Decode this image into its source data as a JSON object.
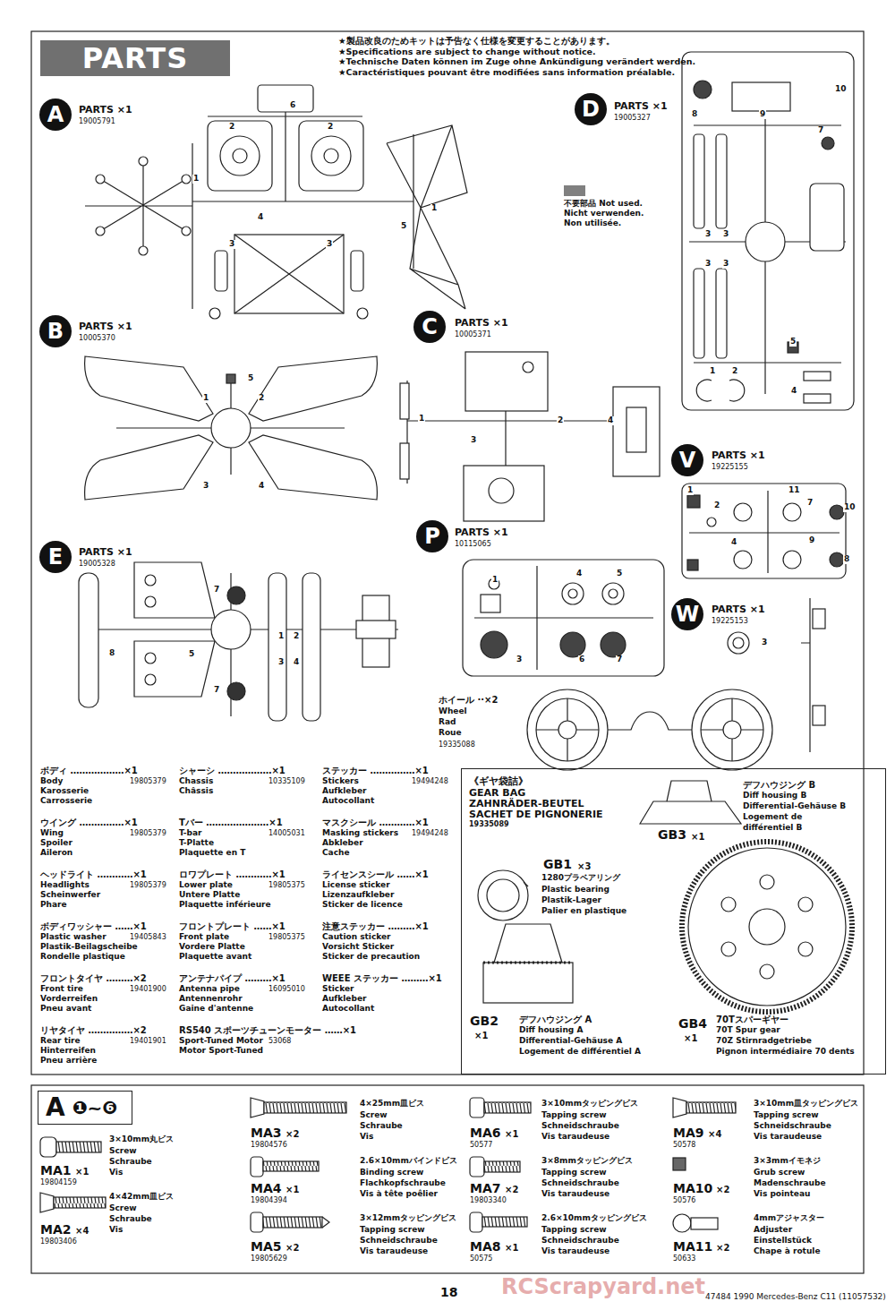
{
  "diagram": {
    "title": "PARTS",
    "nodes": [
      {
        "text": [
          "A"
        ]
      },
      {
        "text": [
          "B"
        ]
      },
      {
        "text": [
          "C"
        ]
      },
      {
        "text": [
          "D"
        ]
      },
      {
        "text": [
          "E"
        ]
      },
      {
        "text": [
          "P"
        ]
      },
      {
        "text": [
          "V"
        ]
      },
      {
        "text": [
          "W"
        ]
      },
      {
        "text": [
          "《ギヤ袋詰》",
          "GEAR BAG",
          "ZAHNRÄDER-BEUTEL",
          "SACHET DE PIGNONERIE",
          "19335089"
        ]
      },
      {
        "text": [
          "A",
          "❶~❻"
        ]
      }
    ],
    "labels": [
      "★製品改良のためキットは予告なく仕様を変更することがあります。",
      "★Specifications are subject to change without notice.",
      "★Technische Daten können im Zuge ohne Ankündigung verändert werden.",
      "★Caractéristiques pouvant être modifiées sans information préalable.",
      "PARTS ×1",
      "19005791",
      "PARTS ×1",
      "10005370",
      "PARTS ×1",
      "10005371",
      "PARTS ×1",
      "19005327",
      "PARTS ×1",
      "19005328",
      "PARTS ×1",
      "10115065",
      "PARTS ×1",
      "19225155",
      "PARTS ×1",
      "19225153",
      "ホイール ··×2",
      "Wheel",
      "Rad",
      "Roue",
      "19335088",
      "6",
      "2",
      "2",
      "1",
      "4",
      "3",
      "3",
      "5",
      "1",
      "5",
      "1",
      "2",
      "3",
      "4",
      "1",
      "2",
      "4",
      "3",
      "8",
      "9",
      "10",
      "7",
      "3",
      "3",
      "3",
      "3",
      "5",
      "1",
      "2",
      "4",
      "7",
      "8",
      "5",
      "7",
      "1",
      "2",
      "3",
      "4",
      "1",
      "4",
      "5",
      "3",
      "6",
      "7",
      "1",
      "2",
      "11",
      "7",
      "10",
      "4",
      "9",
      "8",
      "3",
      "ボディ ………………×1",
      "Body",
      "Karosserie",
      "Carrosserie",
      "19805379",
      "ウイング ……………×1",
      "Wing",
      "Spoiler",
      "Aileron",
      "19805379",
      "ヘッドライト …………×1",
      "Headlights",
      "Scheinwerfer",
      "Phare",
      "19805379",
      "ボディワッシャー ……×1",
      "Plastic washer",
      "Plastik-Beilagscheibe",
      "Rondelle plastique",
      "19405843",
      "フロントタイヤ ………×2",
      "Front tire",
      "Vorderreifen",
      "Pneu avant",
      "19401900",
      "リヤタイヤ ……………×2",
      "Rear tire",
      "Hinterreifen",
      "Pneu arrière",
      "19401901",
      "シャーシ ………………×1",
      "Chassis",
      "Châssis",
      "10335109",
      "Tバー …………………×1",
      "T-bar",
      "T-Platte",
      "Plaquette en T",
      "14005031",
      "ロワプレート …………×1",
      "Lower plate",
      "Untere Platte",
      "Plaquette inférieure",
      "19805375",
      "フロントプレート ……×1",
      "Front plate",
      "Vordere Platte",
      "Plaquette avant",
      "19805375",
      "アンテナパイプ ………×1",
      "Antenna pipe",
      "Antennenrohr",
      "Gaine d'antenne",
      "16095010",
      "RS540 スポーツチューンモーター ……×1",
      "Sport-Tuned Motor",
      "Motor Sport-Tuned",
      "53068",
      "ステッカー ……………×1",
      "Stickers",
      "Aufkleber",
      "Autocollant",
      "19494248",
      "マスクシール …………×1",
      "Masking stickers",
      "Abkleber",
      "Cache",
      "19494248",
      "ライセンスシール ……×1",
      "License sticker",
      "Lizenzaufkleber",
      "Sticker de licence",
      "注意ステッカー ………×1",
      "Caution sticker",
      "Vorsicht Sticker",
      "Sticker de precaution",
      "WEEE ステッカー ………×1",
      "Sticker",
      "Aufkleber",
      "Autocollant",
      "デフハウジング B",
      "Diff housing B",
      "Differential-Gehäuse B",
      "Logement de",
      "différentiel B",
      "GB3",
      "×1",
      "GB1",
      "×3",
      "1280プラベアリング",
      "Plastic bearing",
      "Plastik-Lager",
      "Palier en plastique",
      "GB2",
      "×1",
      "デフハウジング A",
      "Diff housing A",
      "Differential-Gehäuse A",
      "Logement de différentiel A",
      "GB4",
      "×1",
      "70Tスパーギヤー",
      "70T Spur gear",
      "70Z Stirnradgetriebe",
      "Pignon intermédiaire 70 dents",
      "MA1",
      "×1",
      "19804159",
      "3×10mm丸ビス",
      "Screw",
      "Schraube",
      "Vis",
      "MA2",
      "×4",
      "19803406",
      "4×42mm皿ビス",
      "Screw",
      "Schraube",
      "Vis",
      "MA3",
      "×2",
      "19804576",
      "4×25mm皿ビス",
      "Screw",
      "Schraube",
      "Vis",
      "MA4",
      "×1",
      "19804394",
      "2.6×10mmバインドビス",
      "Binding screw",
      "Flachkopfschraube",
      "Vis à tête poêlier",
      "MA5",
      "×2",
      "19805629",
      "3×12mmタッピングビス",
      "Tapping screw",
      "Schneidschraube",
      "Vis taraudeuse",
      "MA6",
      "×1",
      "50577",
      "3×10mmタッピングビス",
      "Tapping screw",
      "Schneidschraube",
      "Vis taraudeuse",
      "MA7",
      "×2",
      "19803340",
      "3×8mmタッピングビス",
      "Tapping screw",
      "Schneidschraube",
      "Vis taraudeuse",
      "MA8",
      "×1",
      "50575",
      "2.6×10mmタッピングビス",
      "Tapping screw",
      "Schneidschraube",
      "Vis taraudeuse",
      "MA9",
      "×4",
      "50578",
      "3×10mm皿タッピングビス",
      "Tapping screw",
      "Schneidschraube",
      "Vis taraudeuse",
      "MA10",
      "×2",
      "50576",
      "3×3mmイモネジ",
      "Grub screw",
      "Madenschraube",
      "Vis pointeau",
      "MA11",
      "×2",
      "50633",
      "4mmアジャスター",
      "Adjuster",
      "Einstellstück",
      "Chape à rotule",
      "18",
      "47484 1990 Mercedes-Benz C11 (11057532)",
      "RCScrapyard.net"
    ],
    "legend": [
      {
        "text": "不要部品 Not used. Nicht verwenden. Non utilisée.",
        "color": "#808080"
      }
    ]
  }
}
